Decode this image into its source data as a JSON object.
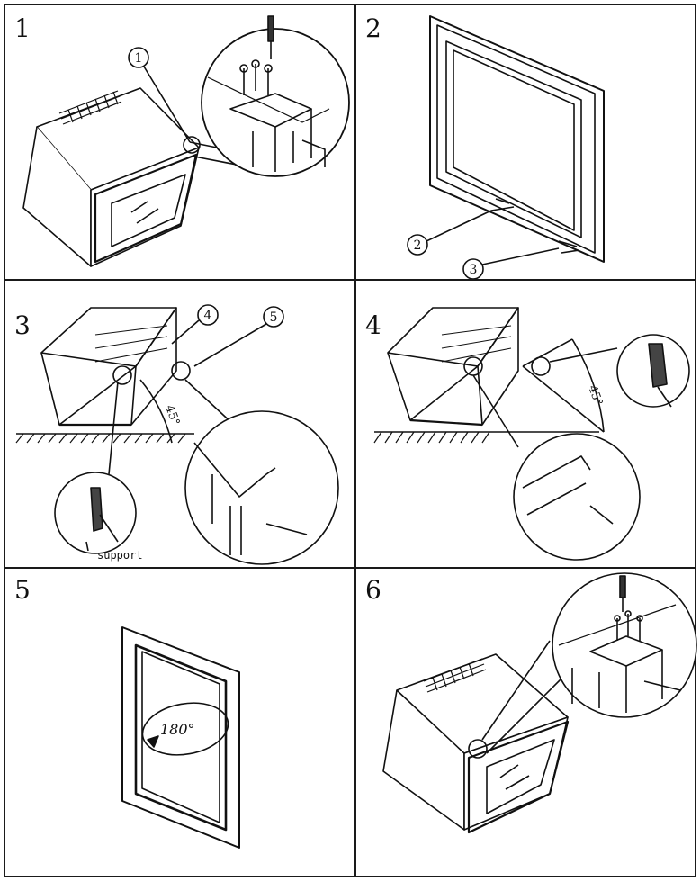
{
  "steps": [
    {
      "number": "1",
      "callouts": [
        "1"
      ]
    },
    {
      "number": "2",
      "callouts": [
        "2",
        "3"
      ]
    },
    {
      "number": "3",
      "callouts": [
        "4",
        "5"
      ],
      "angle": "45°",
      "support_label": "support"
    },
    {
      "number": "4",
      "angle": "45°"
    },
    {
      "number": "5",
      "rotation": "180°"
    },
    {
      "number": "6"
    }
  ]
}
